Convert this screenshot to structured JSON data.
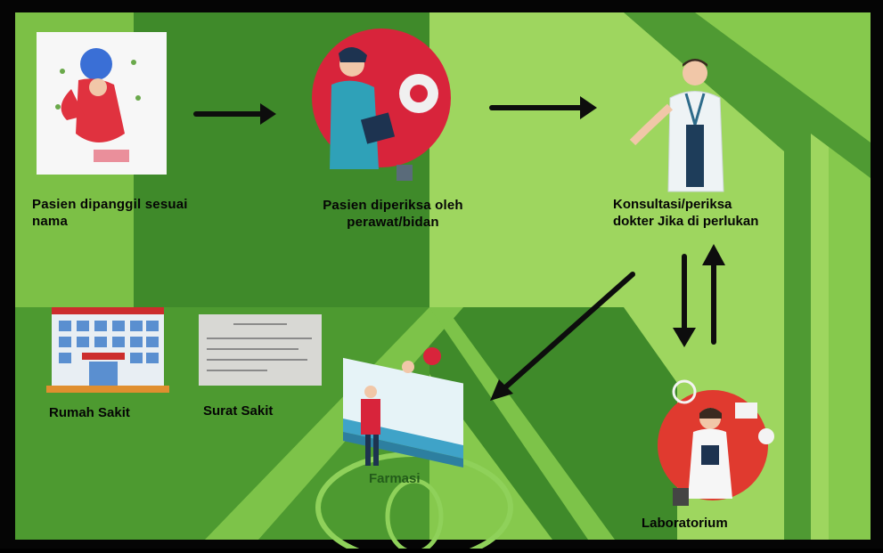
{
  "labels": {
    "step1": [
      "Pasien dipanggil sesuai",
      "nama"
    ],
    "step2": [
      "Pasien diperiksa oleh",
      "perawat/bidan"
    ],
    "step3": [
      "Konsultasi/periksa",
      "dokter Jika di perlukan"
    ],
    "hospital": "Rumah Sakit",
    "letter": "Surat Sakit",
    "pharmacy": "Farmasi",
    "lab": "Laboratorium"
  },
  "colors": {
    "dark_green": "#3f8a2a",
    "mid_green": "#5ba83a",
    "light_green": "#86c94d",
    "lighter_green": "#9ed65f",
    "arrow": "#0d0d0d"
  },
  "icons": [
    "sick-patient-icon",
    "nurse-icon",
    "doctor-icon",
    "hospital-icon",
    "sick-letter-icon",
    "pharmacy-icon",
    "laboratory-icon"
  ]
}
